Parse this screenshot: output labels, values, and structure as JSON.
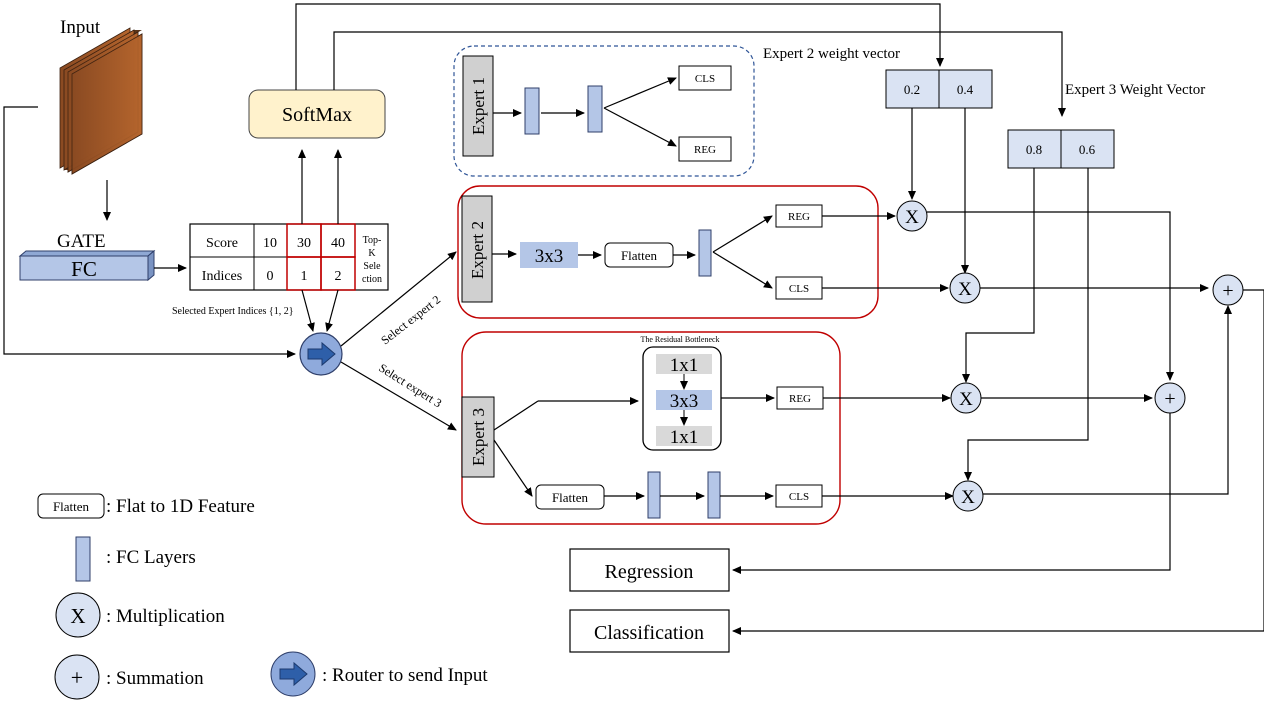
{
  "input_label": "Input",
  "gate": {
    "title": "GATE",
    "fc": "FC"
  },
  "softmax": "SoftMax",
  "score_table": {
    "row1_label": "Score",
    "row2_label": "Indices",
    "scores": [
      "10",
      "30",
      "40"
    ],
    "indices": [
      "0",
      "1",
      "2"
    ],
    "topk": [
      "Top-",
      "K",
      "Sele",
      "ction"
    ],
    "selected_note": "Selected Expert Indices {1, 2}"
  },
  "router_paths": {
    "to_expert2": "Select expert 2",
    "to_expert3": "Select expert 3"
  },
  "expert1": {
    "label": "Expert 1",
    "cls": "CLS",
    "reg": "REG"
  },
  "expert2": {
    "label": "Expert 2",
    "conv": "3x3",
    "flatten": "Flatten",
    "reg": "REG",
    "cls": "CLS"
  },
  "expert3": {
    "label": "Expert 3",
    "bottleneck_title": "The Residual Bottleneck",
    "b1": "1x1",
    "b2": "3x3",
    "b3": "1x1",
    "reg": "REG",
    "flatten": "Flatten",
    "cls": "CLS"
  },
  "weights": {
    "expert2_title": "Expert 2 weight vector",
    "expert2": [
      "0.2",
      "0.4"
    ],
    "expert3_title": "Expert 3 Weight Vector",
    "expert3": [
      "0.8",
      "0.6"
    ]
  },
  "ops": {
    "mul": "X",
    "sum": "+"
  },
  "outputs": {
    "regression": "Regression",
    "classification": "Classification"
  },
  "legend": {
    "flatten_box": "Flatten",
    "flatten_desc": ": Flat to 1D Feature",
    "fc_desc": ": FC Layers",
    "mul_symbol": "X",
    "mul_desc": ": Multiplication",
    "sum_symbol": "+",
    "sum_desc": ": Summation",
    "router_desc": ": Router to send Input"
  },
  "colors": {
    "card": "#2f2f2f",
    "gate_fc": "#b4c6e7",
    "softmax": "#fff2cc",
    "router": "#8faadc",
    "router_arrow": "#2e5fa9",
    "fc_layer": "#b4c6e7",
    "op_circle": "#dae3f3",
    "weight_box": "#dae3f3",
    "expert_box": "#d0d0d0",
    "highlight": "#c00000",
    "dashed": "#2f5597",
    "conv": "#b4c6e7",
    "bottleneck_gray": "#d9d9d9"
  }
}
